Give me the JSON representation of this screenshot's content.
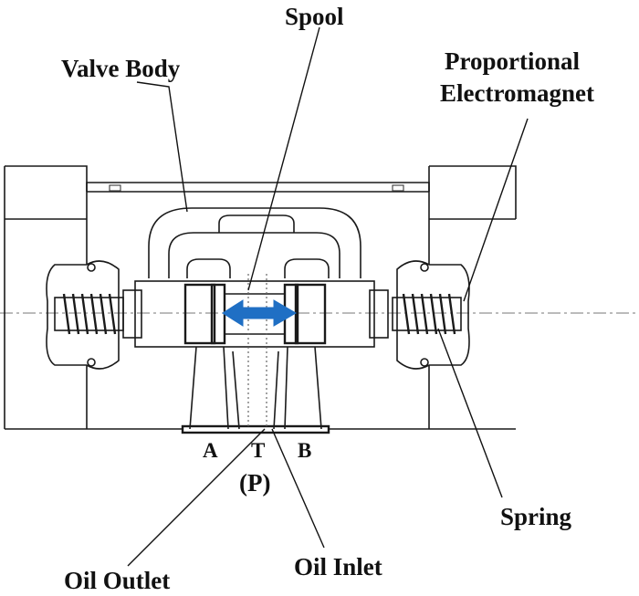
{
  "labels": {
    "spool": "Spool",
    "valve_body": "Valve Body",
    "proportional": "Proportional",
    "electromagnet": "Electromagnet",
    "spring": "Spring",
    "port_a": "A",
    "port_t": "T",
    "port_p": "(P)",
    "port_b": "B",
    "oil_outlet": "Oil Outlet",
    "oil_inlet": "Oil Inlet"
  },
  "colors": {
    "arrow": "#1f6fc4",
    "line": "#1a1a1a"
  },
  "icons": {
    "spool_motion": "double-headed-arrow-icon"
  }
}
